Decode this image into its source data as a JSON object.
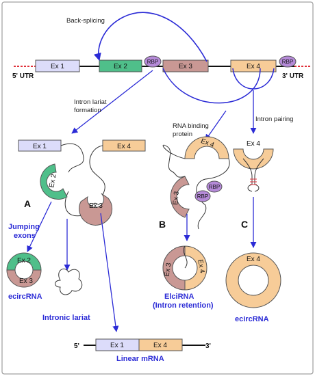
{
  "colors": {
    "ex1": "#dcdcfa",
    "ex2": "#4fbf8a",
    "ex3": "#c99894",
    "ex4": "#f7cc98",
    "rbp": "#b58ad8",
    "arrow": "#2b2bd6",
    "utr": "#e0303a"
  },
  "top": {
    "back_splicing": "Back-splicing",
    "utr5": "5' UTR",
    "utr3": "3' UTR",
    "ex1": "Ex 1",
    "ex2": "Ex 2",
    "ex3": "Ex 3",
    "ex4": "Ex 4",
    "rbp1": "RBP",
    "rbp2": "RBP"
  },
  "annotations": {
    "intron_lariat_line1": "Intron lariat",
    "intron_lariat_line2": "formation",
    "rna_binding_line1": "RNA binding",
    "rna_binding_line2": "protein",
    "intron_pairing": "Intron pairing"
  },
  "panel_a": {
    "letter": "A",
    "ex1": "Ex 1",
    "ex4": "Ex 4",
    "ex2": "Ex 2",
    "ex3": "Ex 3",
    "jumping_line1": "Jumping",
    "jumping_line2": "exons",
    "ecirc_ex2": "Ex 2",
    "ecirc_ex3": "Ex 3",
    "ecircrna": "ecircRNA",
    "intronic_lariat": "Intronic lariat"
  },
  "panel_b": {
    "letter": "B",
    "ex4": "Ex 4",
    "ex3": "Ex 3",
    "rbp1": "RBP",
    "rbp2": "RBP",
    "circ_ex3": "Ex 3",
    "circ_ex4": "Ex 4",
    "elcirna_line1": "ElciRNA",
    "elcirna_line2": "(Intron retention)"
  },
  "panel_c": {
    "letter": "C",
    "ex4": "Ex 4",
    "circ_ex4": "Ex 4",
    "ecircrna": "ecircRNA"
  },
  "linear": {
    "five": "5'",
    "three": "3'",
    "ex1": "Ex 1",
    "ex4": "Ex 4",
    "label": "Linear mRNA"
  }
}
